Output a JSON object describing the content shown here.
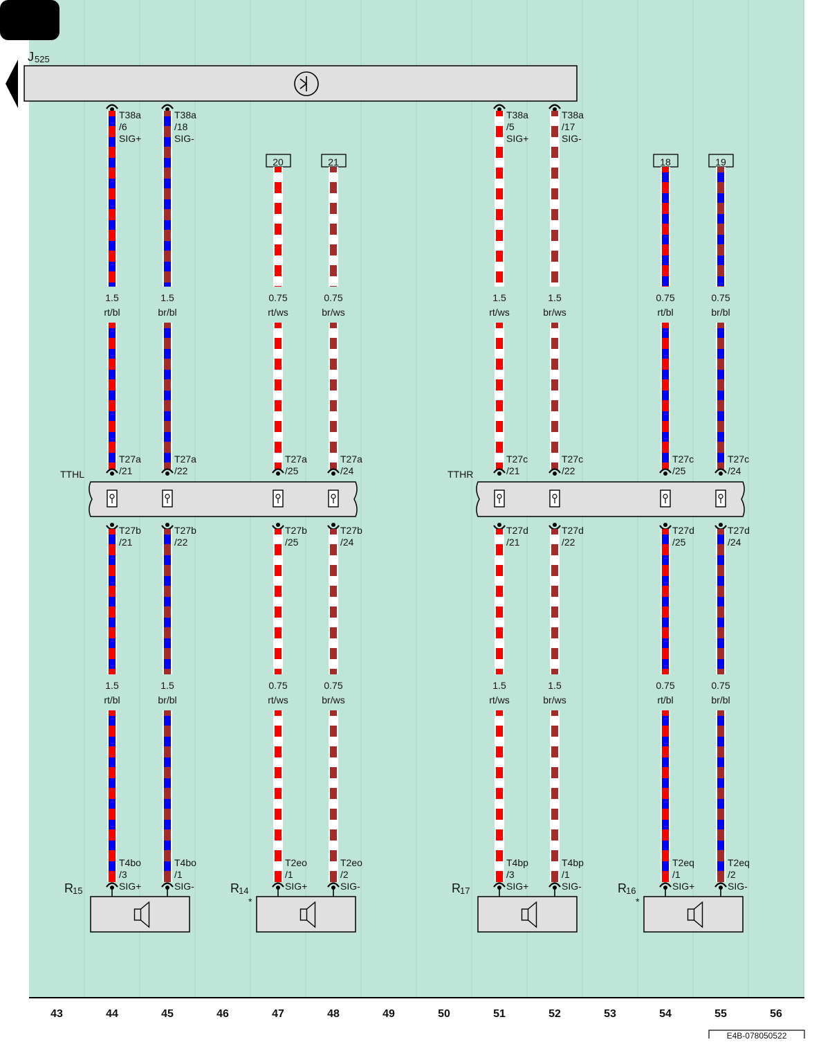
{
  "diagram": {
    "ecu": {
      "letter": "J",
      "sub": "525"
    },
    "wires": [
      {
        "id": "w44",
        "col": 44,
        "top": "J525",
        "bottom": "R15",
        "c1": "#ff0000",
        "c2": "#0000ff",
        "top_pin": [
          "T38a",
          "/6",
          "SIG+"
        ],
        "size": "1.5",
        "color": "rt/bl",
        "tt_top": [
          "T27a",
          "/21"
        ],
        "tt_bot": [
          "T27b",
          "/21"
        ],
        "bot_pin": [
          "T4bo",
          "/3",
          "SIG+"
        ]
      },
      {
        "id": "w45",
        "col": 45,
        "top": "J525",
        "bottom": "R15",
        "c1": "#a52a2a",
        "c2": "#0000ff",
        "top_pin": [
          "T38a",
          "/18",
          "SIG-"
        ],
        "size": "1.5",
        "color": "br/bl",
        "tt_top": [
          "T27a",
          "/22"
        ],
        "tt_bot": [
          "T27b",
          "/22"
        ],
        "bot_pin": [
          "T4bo",
          "/1",
          "SIG-"
        ]
      },
      {
        "id": "w47",
        "col": 47,
        "top": "ref",
        "ref": "20",
        "bottom": "R14",
        "c1": "#ff0000",
        "c2": "#ffffff",
        "size": "0.75",
        "color": "rt/ws",
        "tt_top": [
          "T27a",
          "/25"
        ],
        "tt_bot": [
          "T27b",
          "/25"
        ],
        "bot_pin": [
          "T2eo",
          "/1",
          "SIG+"
        ]
      },
      {
        "id": "w48",
        "col": 48,
        "top": "ref",
        "ref": "21",
        "bottom": "R14",
        "c1": "#a52a2a",
        "c2": "#ffffff",
        "size": "0.75",
        "color": "br/ws",
        "tt_top": [
          "T27a",
          "/24"
        ],
        "tt_bot": [
          "T27b",
          "/24"
        ],
        "bot_pin": [
          "T2eo",
          "/2",
          "SIG-"
        ]
      },
      {
        "id": "w51",
        "col": 51,
        "top": "J525",
        "bottom": "R17",
        "c1": "#ff0000",
        "c2": "#ffffff",
        "top_pin": [
          "T38a",
          "/5",
          "SIG+"
        ],
        "size": "1.5",
        "color": "rt/ws",
        "tt_top": [
          "T27c",
          "/21"
        ],
        "tt_bot": [
          "T27d",
          "/21"
        ],
        "bot_pin": [
          "T4bp",
          "/3",
          "SIG+"
        ]
      },
      {
        "id": "w52",
        "col": 52,
        "top": "J525",
        "bottom": "R17",
        "c1": "#a52a2a",
        "c2": "#ffffff",
        "top_pin": [
          "T38a",
          "/17",
          "SIG-"
        ],
        "size": "1.5",
        "color": "br/ws",
        "tt_top": [
          "T27c",
          "/22"
        ],
        "tt_bot": [
          "T27d",
          "/22"
        ],
        "bot_pin": [
          "T4bp",
          "/1",
          "SIG-"
        ]
      },
      {
        "id": "w54",
        "col": 54,
        "top": "ref",
        "ref": "18",
        "bottom": "R16",
        "c1": "#ff0000",
        "c2": "#0000ff",
        "size": "0.75",
        "color": "rt/bl",
        "tt_top": [
          "T27c",
          "/25"
        ],
        "tt_bot": [
          "T27d",
          "/25"
        ],
        "bot_pin": [
          "T2eq",
          "/1",
          "SIG+"
        ]
      },
      {
        "id": "w55",
        "col": 55,
        "top": "ref",
        "ref": "19",
        "bottom": "R16",
        "c1": "#a52a2a",
        "c2": "#0000ff",
        "size": "0.75",
        "color": "br/bl",
        "tt_top": [
          "T27c",
          "/24"
        ],
        "tt_bot": [
          "T27d",
          "/24"
        ],
        "bot_pin": [
          "T2eq",
          "/2",
          "SIG-"
        ]
      }
    ],
    "terminal_strips": [
      {
        "name": "TTHL",
        "cols": [
          44,
          45,
          47,
          48
        ]
      },
      {
        "name": "TTHR",
        "cols": [
          51,
          52,
          54,
          55
        ]
      }
    ],
    "speakers": [
      {
        "letter": "R",
        "sub": "15",
        "star": "",
        "cols": [
          44,
          45
        ]
      },
      {
        "letter": "R",
        "sub": "14",
        "star": "*",
        "cols": [
          47,
          48
        ]
      },
      {
        "letter": "R",
        "sub": "17",
        "star": "",
        "cols": [
          51,
          52
        ]
      },
      {
        "letter": "R",
        "sub": "16",
        "star": "*",
        "cols": [
          54,
          55
        ]
      }
    ],
    "columns": [
      "43",
      "44",
      "45",
      "46",
      "47",
      "48",
      "49",
      "50",
      "51",
      "52",
      "53",
      "54",
      "55",
      "56"
    ],
    "footer_code": "E4B-078050522",
    "colors": {
      "background": "#bfe5d8",
      "box": "#e0e0e0",
      "grid": "#a9d6c6"
    }
  }
}
